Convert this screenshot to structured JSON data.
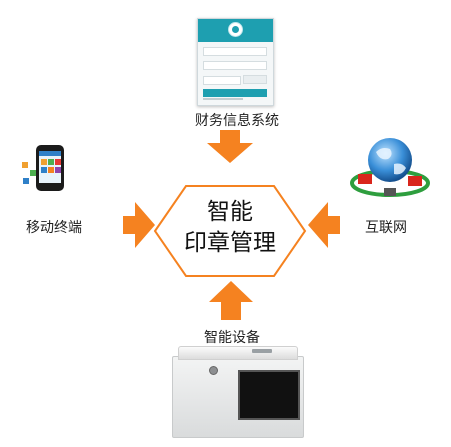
{
  "nodes": {
    "center": {
      "line1": "智能",
      "line2": "印章管理"
    },
    "top": {
      "label": "财务信息系统"
    },
    "left": {
      "label": "移动终端"
    },
    "right": {
      "label": "互联网"
    },
    "bottom": {
      "label": "智能设备"
    }
  },
  "colors": {
    "arrow": "#f58220",
    "hexagon_stroke": "#f58220",
    "login_header": "#1e9fb0"
  },
  "icons": {
    "top": "login-screen-icon",
    "left": "smartphone-icon",
    "right": "globe-network-icon",
    "bottom": "seal-machine-icon"
  }
}
